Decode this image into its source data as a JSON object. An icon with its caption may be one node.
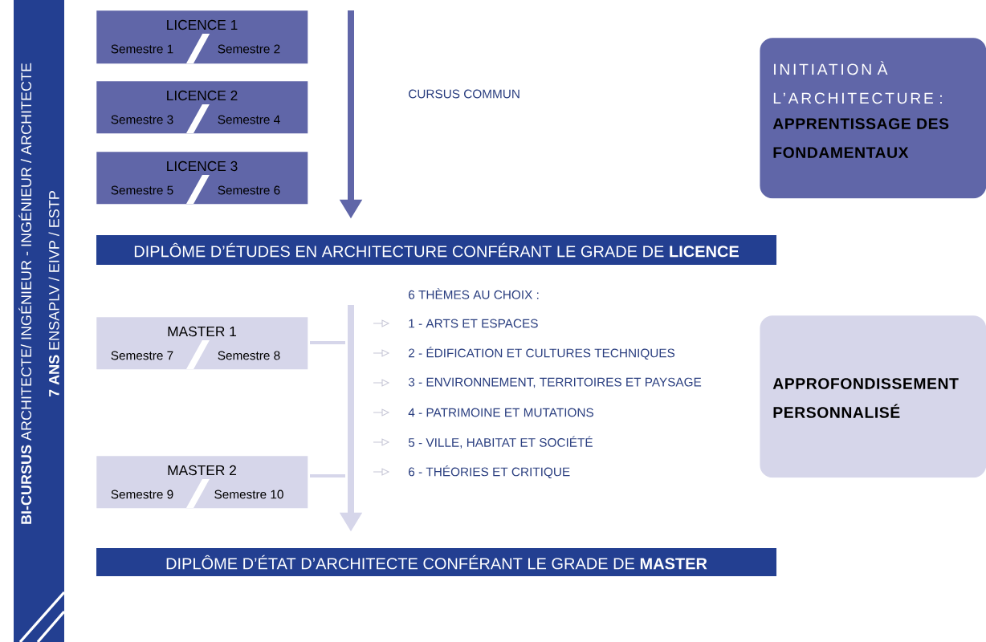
{
  "diagram": {
    "nodes": [
      {
        "text": [
          "**BI-CURSUS** ARCHITECTE/ INGÉNIEUR - INGÉNIEUR / ARCHITECTE",
          "**7 ANS** ENSAPLV / EIVP / ESTP"
        ]
      },
      {
        "text": [
          "LICENCE 1",
          "Semestre 1",
          "Semestre 2"
        ]
      },
      {
        "text": [
          "LICENCE 2",
          "Semestre 3",
          "Semestre 4"
        ]
      },
      {
        "text": [
          "LICENCE 3",
          "Semestre 5",
          "Semestre 6"
        ]
      },
      {
        "text": [
          "INITIATION À L’ARCHITECTURE :",
          "APPRENTISSAGE DES FONDAMENTAUX"
        ]
      },
      {
        "text": [
          "DIPLÔME D’ÉTUDES EN ARCHITECTURE CONFÉRANT LE GRADE DE **LICENCE**"
        ]
      },
      {
        "text": [
          "MASTER 1",
          "Semestre 7",
          "Semestre 8"
        ]
      },
      {
        "text": [
          "MASTER 2",
          "Semestre 9",
          "Semestre 10"
        ]
      },
      {
        "text": [
          "APPROFONDISSEMENT PERSONNALISÉ"
        ]
      },
      {
        "text": [
          "DIPLÔME D’ÉTAT D’ARCHITECTE CONFÉRANT LE GRADE DE **MASTER**"
        ]
      }
    ],
    "edges": [
      {
        "from": null,
        "to": 5,
        "arrow": "to",
        "color": "#6066a8"
      },
      {
        "from": null,
        "to": 9,
        "arrow": "to",
        "color": "#d6d6ea"
      }
    ],
    "labels": [
      "CURSUS COMMUN",
      "6 THÈMES AU CHOIX :",
      "1 - ARTS ET ESPACES",
      "2 - ÉDIFICATION ET CULTURES TECHNIQUES",
      "3 - ENVIRONNEMENT, TERRITOIRES ET PAYSAGE",
      "4 - PATRIMOINE ET MUTATIONS",
      "5 - VILLE, HABITAT ET SOCIÉTÉ",
      "6 - THÉORIES ET CRITIQUE"
    ]
  }
}
